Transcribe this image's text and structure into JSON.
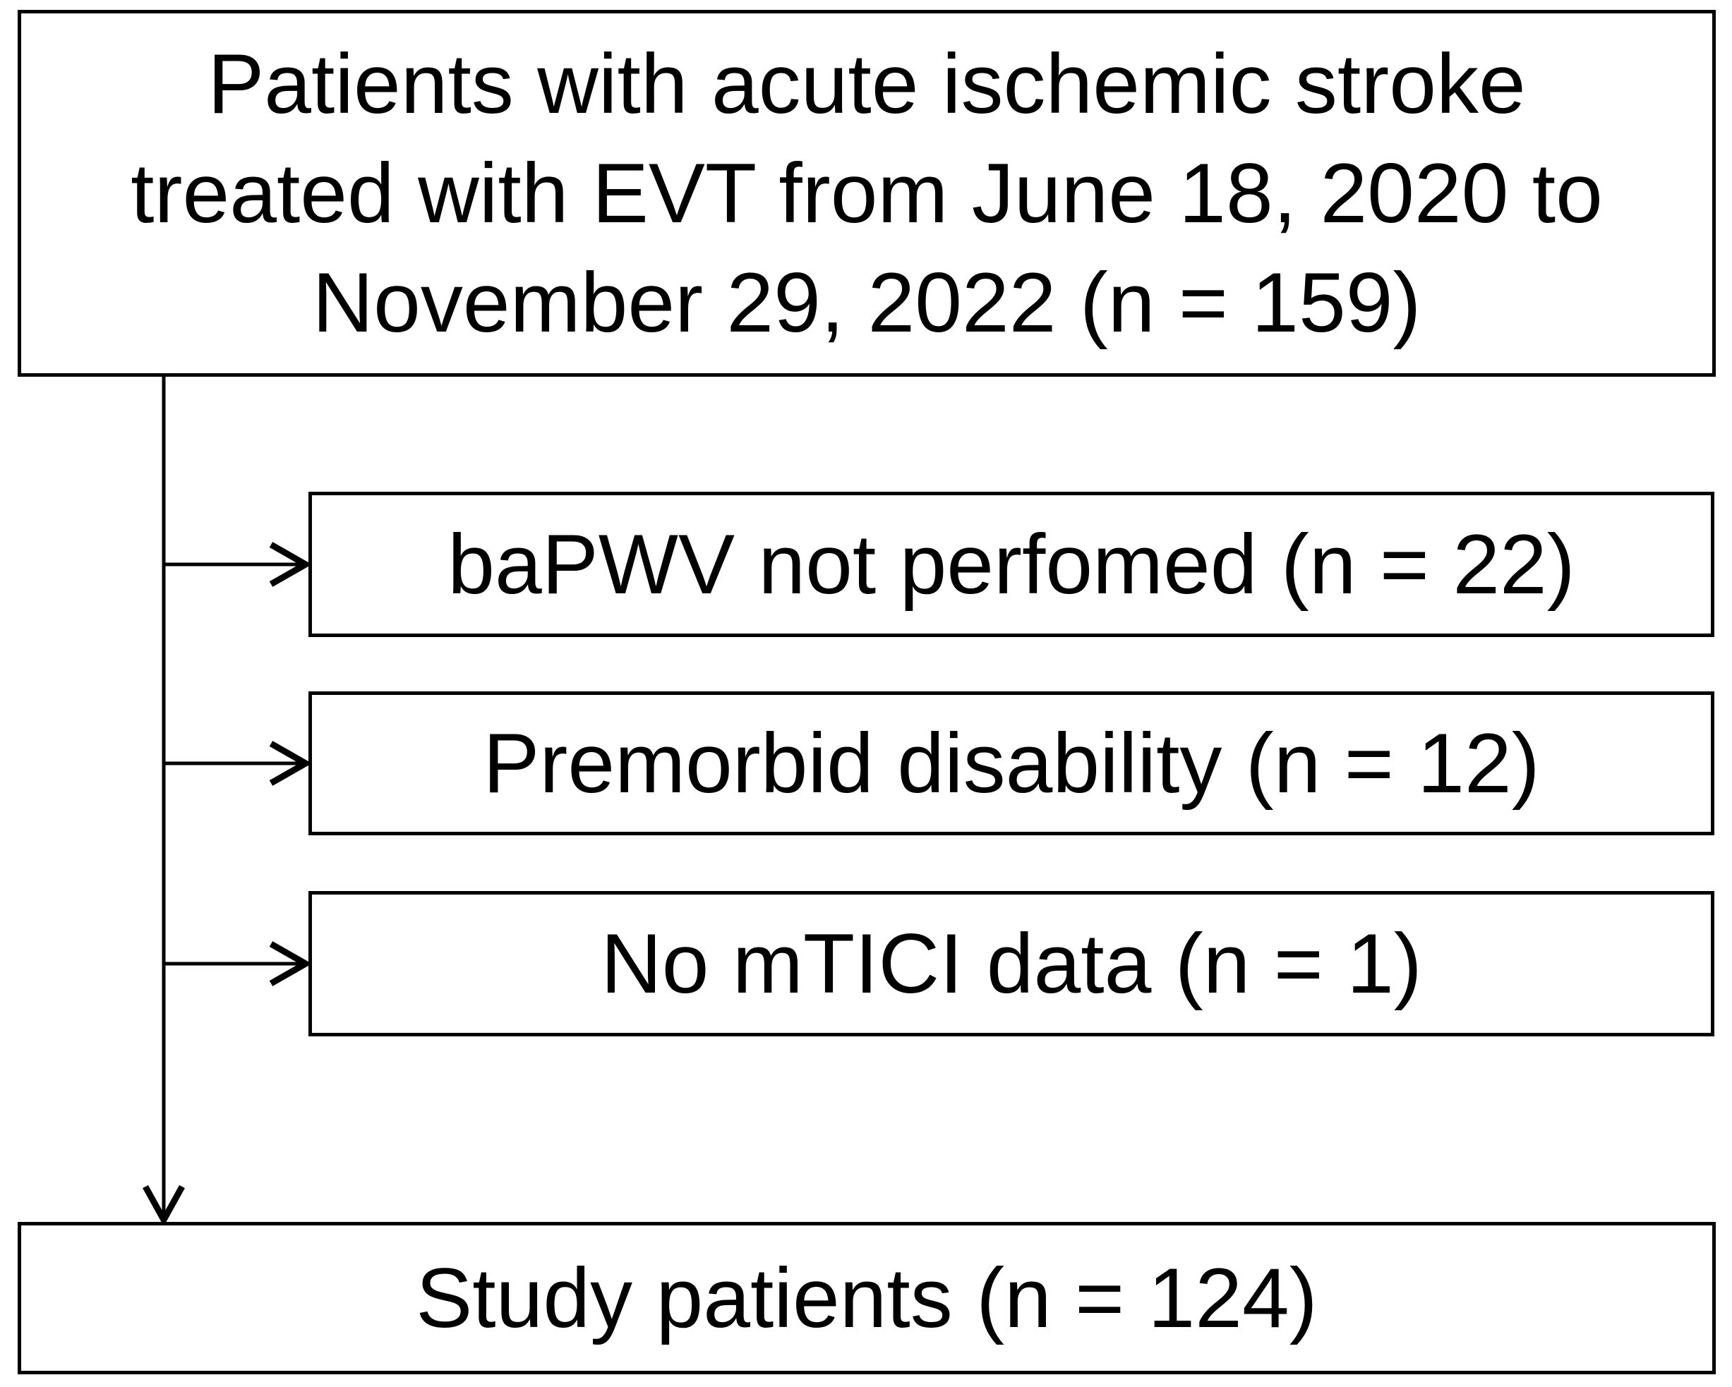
{
  "flowchart": {
    "top_box": {
      "lines": [
        "Patients with acute ischemic stroke",
        "treated with EVT from June 18, 2020 to",
        "November 29, 2022 (n = 159)"
      ],
      "n": 159
    },
    "exclusion_boxes": [
      {
        "label": "baPWV not perfomed (n = 22)",
        "n": 22
      },
      {
        "label": "Premorbid disability (n = 12)",
        "n": 12
      },
      {
        "label": "No mTICI data (n = 1)",
        "n": 1
      }
    ],
    "bottom_box": {
      "label": "Study patients (n = 124)",
      "n": 124
    },
    "colors": {
      "box_border": "#000000",
      "line": "#000000",
      "text": "#000000",
      "background": "#ffffff"
    }
  }
}
